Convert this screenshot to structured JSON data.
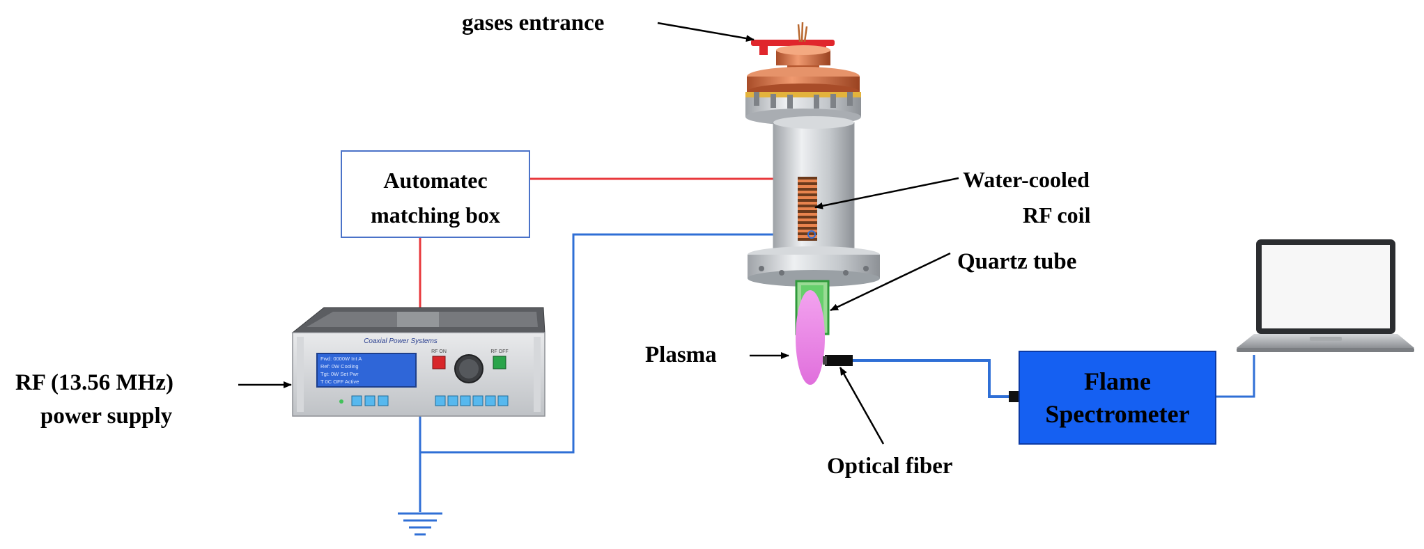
{
  "labels": {
    "gases_entrance": "gases entrance",
    "matching_box_line1": "Automatec",
    "matching_box_line2": "matching box",
    "coil_line1": "Water-cooled",
    "coil_line2": "RF coil",
    "quartz_tube": "Quartz tube",
    "plasma": "Plasma",
    "optical_fiber": "Optical fiber",
    "power_supply_line1": "RF (13.56 MHz)",
    "power_supply_line2": "power supply",
    "spectrometer_line1": "Flame",
    "spectrometer_line2": "Spectrometer"
  },
  "power_unit": {
    "brand": "Coaxial Power Systems",
    "display_lines": [
      "Fwd:  0000W  Int  A",
      "Ref:    0W  Cooling",
      "Tgt:   0W  Set Pwr",
      "T   0C  OFF  Active"
    ],
    "left_key_caption": "RF ON",
    "right_key_caption": "RF OFF"
  },
  "colors": {
    "rf_wire": "#e8383c",
    "signal_wire": "#2f6fd6",
    "spectrometer_fill": "#1560f2",
    "spectrometer_text": "#ffff3a",
    "plasma": "#ea8ae6",
    "quartz_glow": "#3cc44a",
    "copper": "#d9744a",
    "steel": "#c9ccd0"
  },
  "icons": [
    "ground-icon",
    "laptop-icon",
    "arrow-icon"
  ]
}
